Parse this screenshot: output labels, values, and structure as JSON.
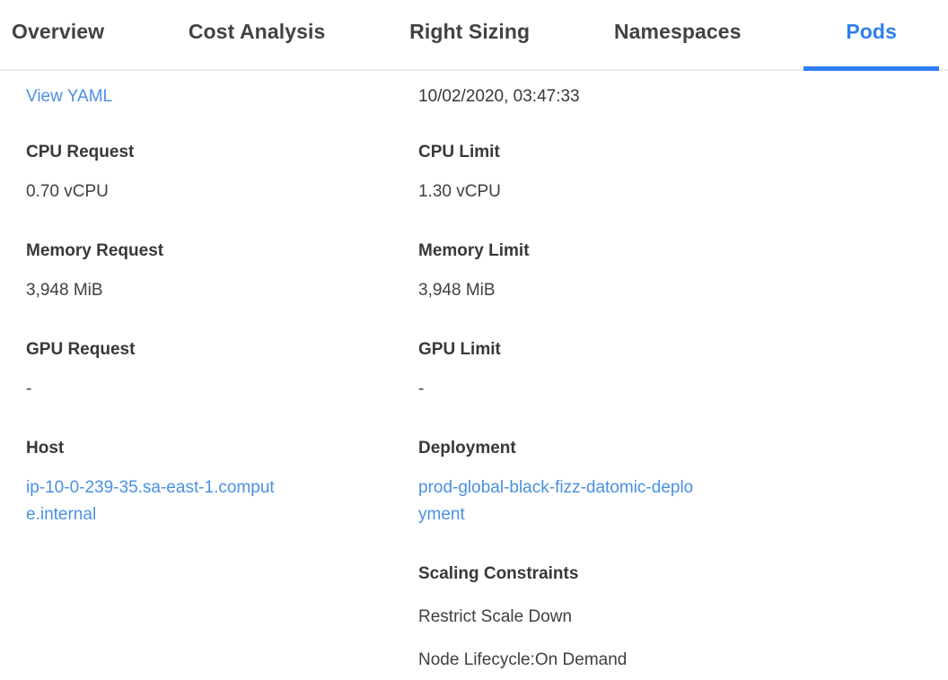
{
  "tabs": {
    "items": [
      {
        "label": "Overview",
        "active": false
      },
      {
        "label": "Cost Analysis",
        "active": false
      },
      {
        "label": "Right Sizing",
        "active": false
      },
      {
        "label": "Namespaces",
        "active": false
      },
      {
        "label": "Pods",
        "active": true
      }
    ]
  },
  "colors": {
    "active_tab_blue": "#2f7ff0",
    "tab_indicator_blue": "#2f7ff0",
    "link_blue": "#4a90e2",
    "label_text": "#383838",
    "value_text": "#404040",
    "tab_text": "#424242",
    "divider_gray": "#ececec"
  },
  "details": {
    "view_yaml_label": "View YAML",
    "timestamp": "10/02/2020, 03:47:33",
    "fields": {
      "cpu_request": {
        "label": "CPU Request",
        "value": "0.70 vCPU"
      },
      "cpu_limit": {
        "label": "CPU Limit",
        "value": "1.30 vCPU"
      },
      "memory_request": {
        "label": "Memory Request",
        "value": "3,948 MiB"
      },
      "memory_limit": {
        "label": "Memory Limit",
        "value": "3,948 MiB"
      },
      "gpu_request": {
        "label": "GPU Request",
        "value": "-"
      },
      "gpu_limit": {
        "label": "GPU Limit",
        "value": "-"
      },
      "host": {
        "label": "Host",
        "value": "ip-10-0-239-35.sa-east-1.compute.internal"
      },
      "deployment": {
        "label": "Deployment",
        "value": "prod-global-black-fizz-datomic-deployment"
      }
    },
    "scaling_constraints": {
      "label": "Scaling Constraints",
      "items": [
        "Restrict Scale Down",
        "Node Lifecycle:On Demand"
      ]
    }
  }
}
